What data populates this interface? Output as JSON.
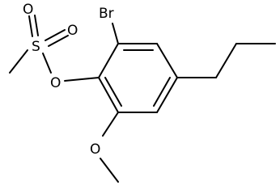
{
  "molecule": {
    "atom_labels": {
      "bromine": "Br",
      "sulfonyl_oxygen_top": "O",
      "sulfonyl_oxygen_right": "O",
      "sulfur": "S",
      "ester_oxygen": "O",
      "methoxy_oxygen": "O"
    },
    "colors": {
      "bond": "#000000",
      "text": "#000000",
      "background": "#ffffff"
    }
  }
}
